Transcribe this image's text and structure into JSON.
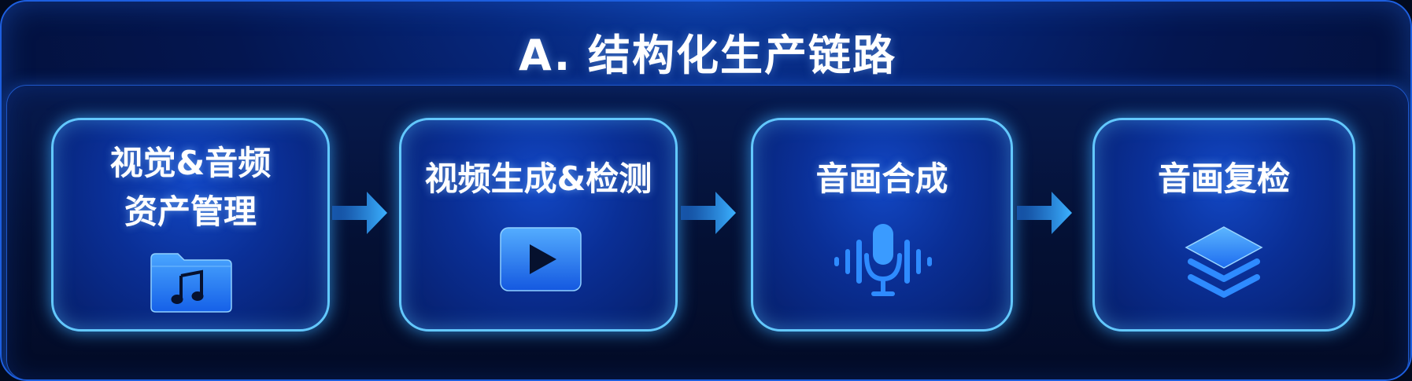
{
  "title": "A. 结构化生产链路",
  "steps": [
    {
      "label_lines": [
        "视觉&音频",
        "资产管理"
      ],
      "icon": "music-folder-icon"
    },
    {
      "label_lines": [
        "视频生成&检测"
      ],
      "icon": "play-video-icon"
    },
    {
      "label_lines": [
        "音画合成"
      ],
      "icon": "microphone-waveform-icon"
    },
    {
      "label_lines": [
        "音画复检"
      ],
      "icon": "layers-stack-icon"
    }
  ],
  "colors": {
    "card_border": "#63c8ff",
    "icon_blue": "#2e8bff",
    "arrow_blue": "#2fa0ff"
  }
}
